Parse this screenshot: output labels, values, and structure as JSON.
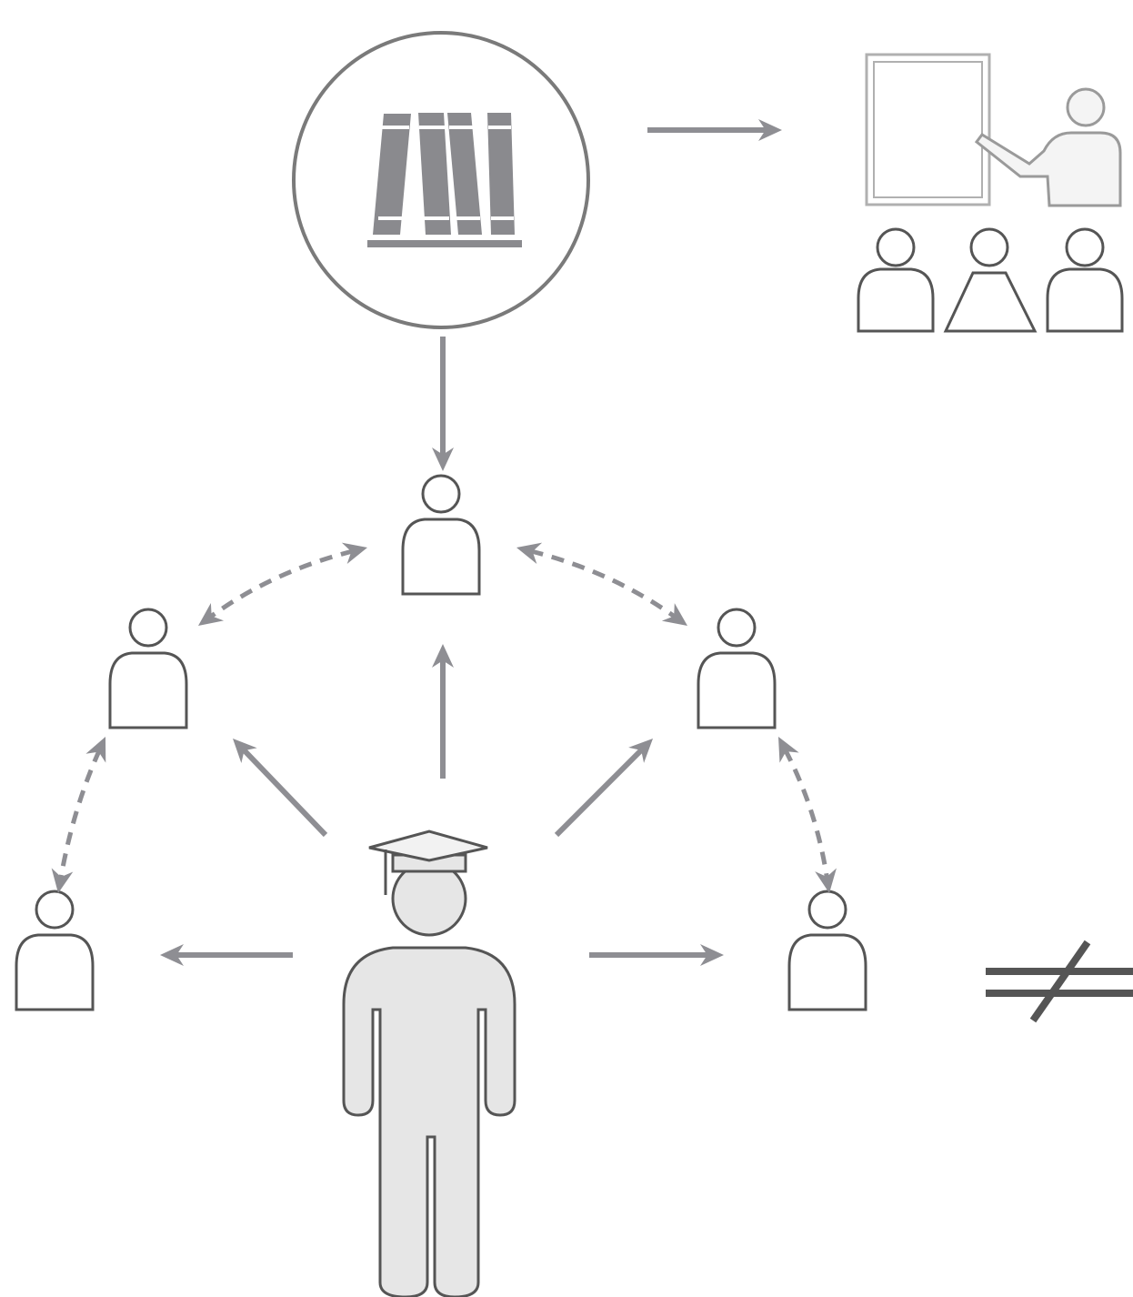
{
  "diagram": {
    "nodes": [
      {
        "id": "knowledge",
        "icon": "books-icon",
        "text": ""
      },
      {
        "id": "classroom",
        "icon": "teacher-classroom-icon",
        "text": ""
      },
      {
        "id": "person-top",
        "icon": "person-icon",
        "text": ""
      },
      {
        "id": "person-upper-left",
        "icon": "person-icon",
        "text": ""
      },
      {
        "id": "person-upper-right",
        "icon": "person-icon",
        "text": ""
      },
      {
        "id": "person-lower-left",
        "icon": "person-icon",
        "text": ""
      },
      {
        "id": "person-lower-right",
        "icon": "person-icon",
        "text": ""
      },
      {
        "id": "graduate",
        "icon": "graduate-icon",
        "text": ""
      },
      {
        "id": "not-equal",
        "icon": "not-equal-icon",
        "text": ""
      }
    ],
    "edges": [
      {
        "from": "knowledge",
        "to": "classroom",
        "style": "solid"
      },
      {
        "from": "knowledge",
        "to": "person-top",
        "style": "solid"
      },
      {
        "from": "graduate",
        "to": "person-top",
        "style": "solid"
      },
      {
        "from": "graduate",
        "to": "person-upper-left",
        "style": "solid"
      },
      {
        "from": "graduate",
        "to": "person-upper-right",
        "style": "solid"
      },
      {
        "from": "graduate",
        "to": "person-lower-left",
        "style": "solid"
      },
      {
        "from": "graduate",
        "to": "person-lower-right",
        "style": "solid"
      },
      {
        "from": "person-top",
        "to": "person-upper-left",
        "style": "dashed",
        "bidirectional": true
      },
      {
        "from": "person-top",
        "to": "person-upper-right",
        "style": "dashed",
        "bidirectional": true
      },
      {
        "from": "person-upper-left",
        "to": "person-lower-left",
        "style": "dashed",
        "bidirectional": true
      },
      {
        "from": "person-upper-right",
        "to": "person-lower-right",
        "style": "dashed",
        "bidirectional": true
      }
    ]
  },
  "colors": {
    "arrow": "#8e8e93",
    "icon_stroke": "#555555",
    "circle_stroke": "#7a7a7a",
    "books": "#8a8a8e",
    "graduate_fill": "#e6e6e6",
    "board_stroke": "#b0b0b0",
    "not_equal": "#555555"
  }
}
